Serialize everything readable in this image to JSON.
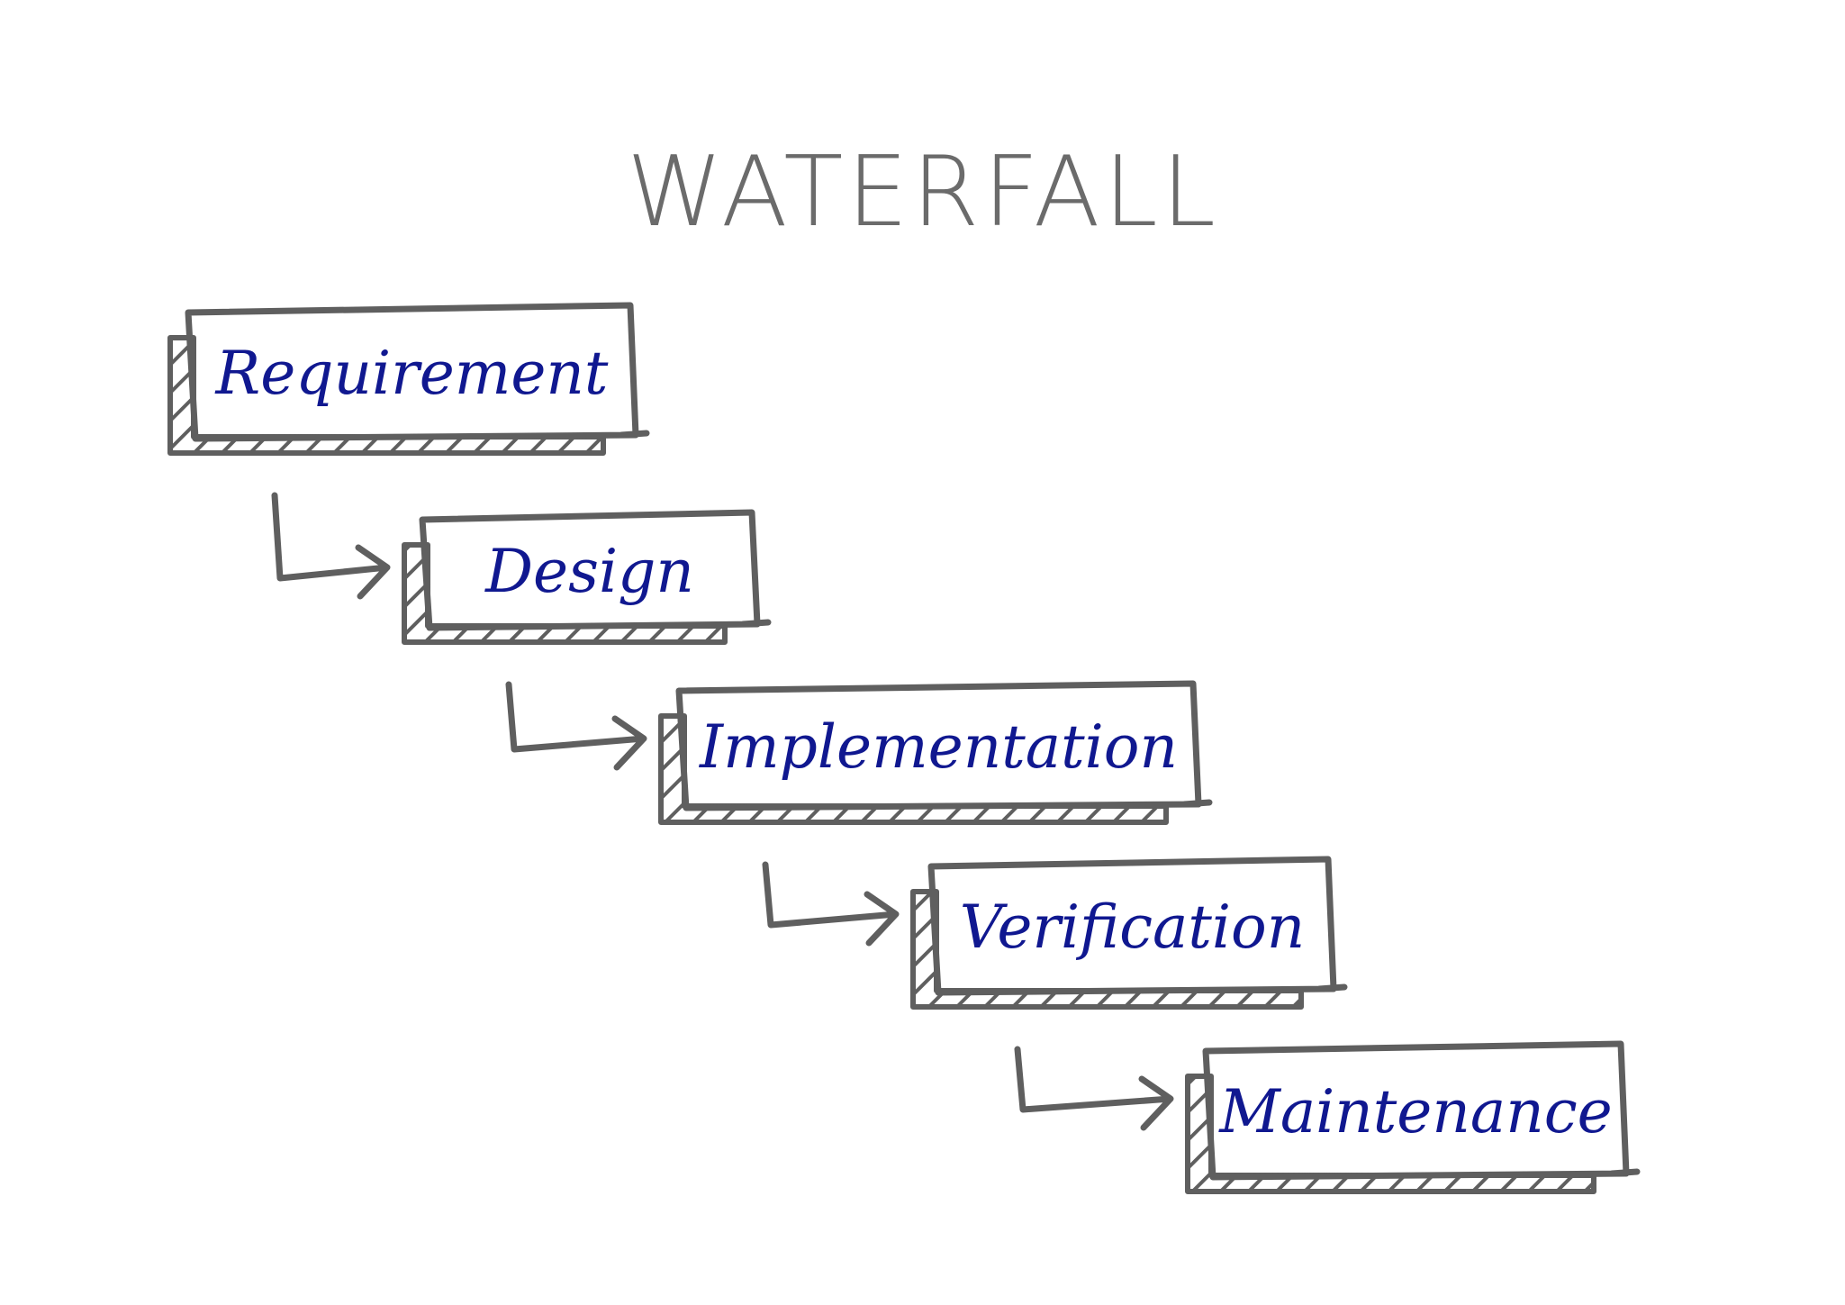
{
  "title": "WATERFALL",
  "colors": {
    "line": "#5f5f5f",
    "text": "#101890",
    "title": "#6b6b6b",
    "background": "#ffffff"
  },
  "steps": [
    {
      "label": "Requirement"
    },
    {
      "label": "Design"
    },
    {
      "label": "Implementation"
    },
    {
      "label": "Verification"
    },
    {
      "label": "Maintenance"
    }
  ]
}
